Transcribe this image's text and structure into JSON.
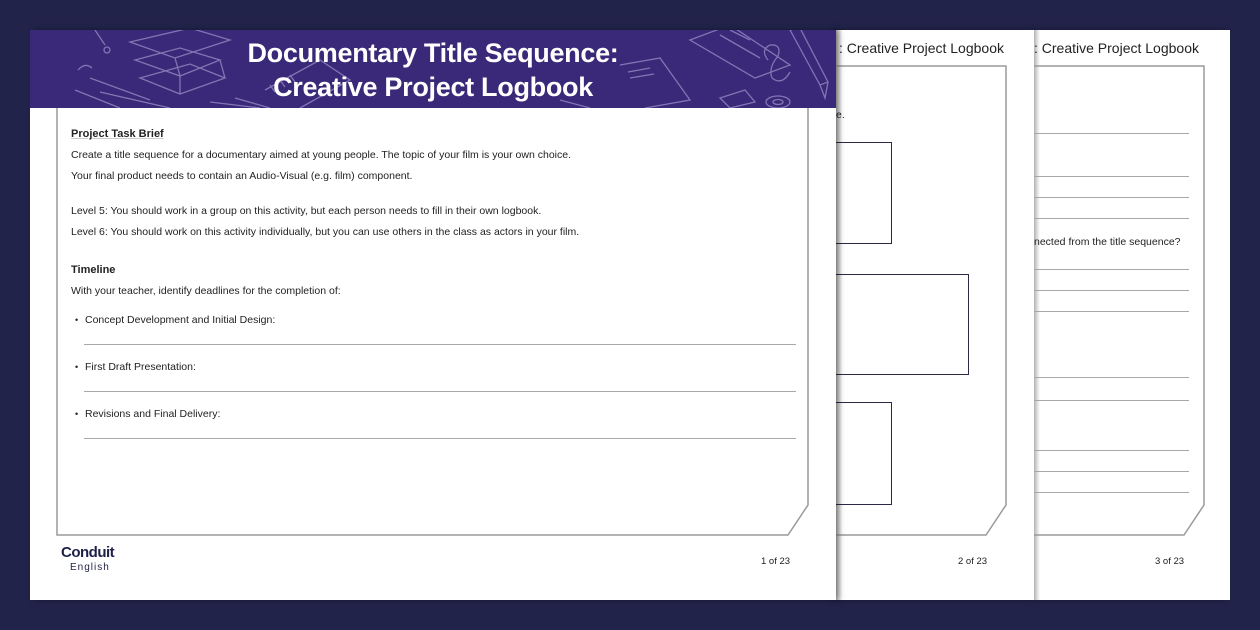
{
  "document": {
    "title_line1": "Documentary Title Sequence:",
    "title_line2": "Creative Project Logbook",
    "partial_title": ": Creative Project Logbook",
    "brand_color": "#3a2878",
    "background_color": "#22234a"
  },
  "page1": {
    "brief_heading": "Project Task Brief",
    "brief_lines": [
      "Create a title sequence for a documentary aimed at young people. The topic of your film is your own choice.",
      "Your final product needs to contain an Audio-Visual (e.g. film) component."
    ],
    "level_lines": [
      "Level 5: You should work in a group on this activity, but each person needs to fill in their own logbook.",
      "Level 6: You should work on this activity individually, but you can use others in the class as actors in your film."
    ],
    "timeline_heading": "Timeline",
    "timeline_intro": "With your teacher, identify deadlines for the completion of:",
    "timeline_items": [
      "Concept Development and Initial Design:",
      "First Draft Presentation:",
      "Revisions and Final Delivery:"
    ],
    "logo_main": "Conduit",
    "logo_sub": "English",
    "page_number": "1 of 23"
  },
  "page2": {
    "partial_text": "e.",
    "page_number": "2 of 23"
  },
  "page3": {
    "partial_question": "nected from the title sequence?",
    "page_number": "3 of 23"
  }
}
